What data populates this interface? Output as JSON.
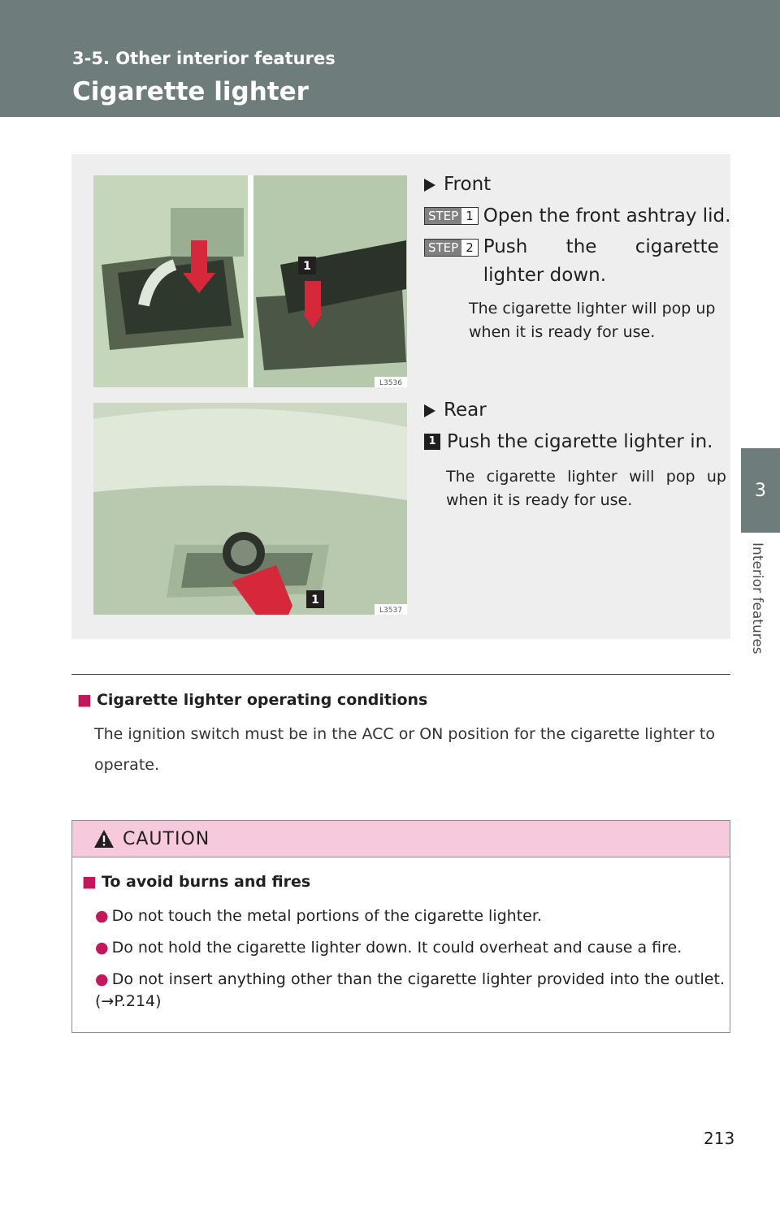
{
  "header": {
    "section": "3-5. Other interior features",
    "title": "Cigarette lighter"
  },
  "side_tab": {
    "chapter": "3",
    "label": "Interior features"
  },
  "front": {
    "heading": "Front",
    "steps": [
      {
        "badge": "STEP",
        "num": "1",
        "text": "Open the front ashtray lid."
      },
      {
        "badge": "STEP",
        "num": "2",
        "text": "Push the cigarette lighter down."
      }
    ],
    "note": "The cigarette lighter will pop up when it is ready for use.",
    "image_code": "L3536",
    "callout": "1"
  },
  "rear": {
    "heading": "Rear",
    "step_num": "1",
    "step_text": "Push the cigarette lighter in.",
    "note": "The cigarette lighter will pop up when it is ready for use.",
    "image_code": "L3537",
    "callout": "1"
  },
  "conditions": {
    "heading": "Cigarette lighter operating conditions",
    "body": "The ignition switch must be in the ACC or ON position for the cigarette lighter to operate."
  },
  "caution": {
    "title": "CAUTION",
    "subheading": "To avoid burns and fires",
    "bullets": [
      "Do not touch the metal portions of the cigarette lighter.",
      "Do not hold the cigarette lighter down. It could overheat and cause a fire.",
      "Do not insert anything other than the cigarette lighter provided into the outlet. (→P.214)"
    ]
  },
  "page_number": "213"
}
